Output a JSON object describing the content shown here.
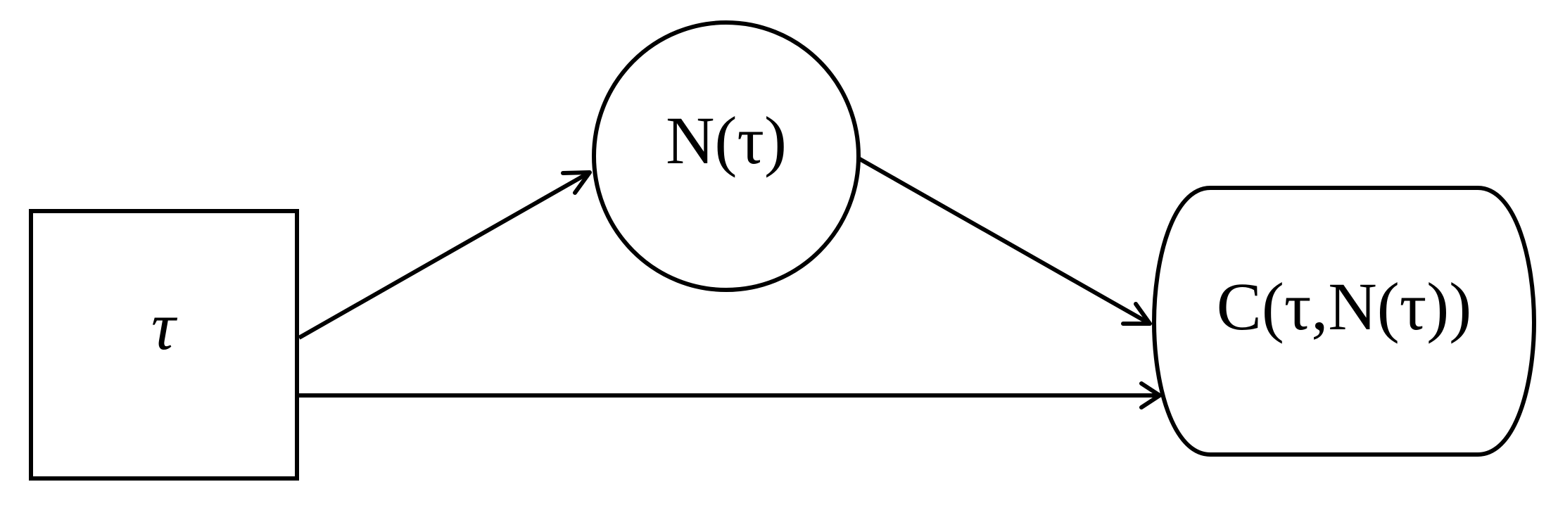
{
  "diagram": {
    "nodes": {
      "tau": {
        "label": "τ"
      },
      "n_tau": {
        "label": "N(τ)"
      },
      "c_tau": {
        "label": "C(τ,N(τ))"
      }
    },
    "edges": [
      {
        "from": "tau",
        "to": "n_tau"
      },
      {
        "from": "n_tau",
        "to": "c_tau"
      },
      {
        "from": "tau",
        "to": "c_tau"
      }
    ],
    "colors": {
      "stroke": "#000000",
      "background": "#ffffff"
    }
  }
}
